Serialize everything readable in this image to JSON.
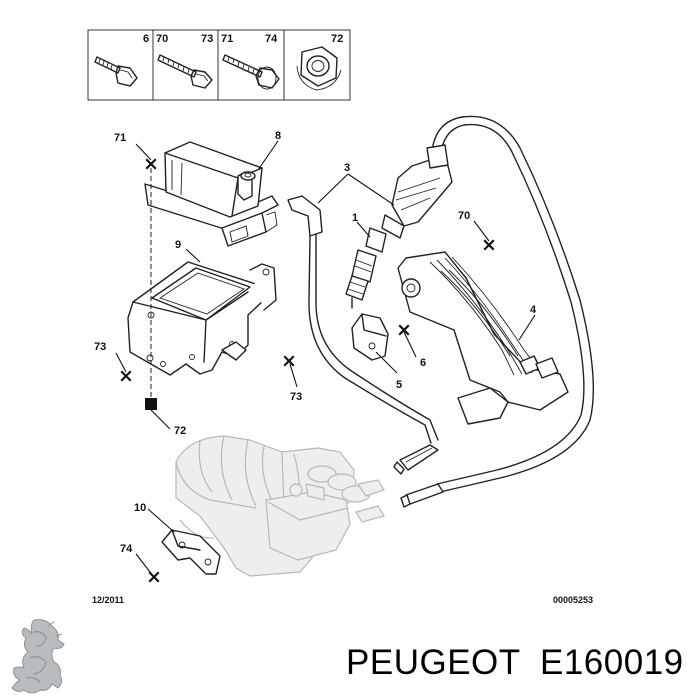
{
  "legend": {
    "boxes": [
      {
        "ref": "6"
      },
      {
        "ref_left": "70",
        "ref_right": "73"
      },
      {
        "ref_left": "71",
        "ref_right": "74"
      },
      {
        "ref": "72"
      }
    ]
  },
  "callouts": {
    "c71": "71",
    "c8": "8",
    "c3": "3",
    "c1": "1",
    "c70": "70",
    "c9": "9",
    "c4": "4",
    "c73a": "73",
    "c6": "6",
    "c5": "5",
    "c73b": "73",
    "c72": "72",
    "c10": "10",
    "c74": "74"
  },
  "footer": {
    "date": "12/2011",
    "ref_code": "00005253"
  },
  "brand": {
    "name": "PEUGEOT",
    "part_number": "E160019"
  },
  "icons": {
    "logo": "peugeot-lion-logo"
  }
}
